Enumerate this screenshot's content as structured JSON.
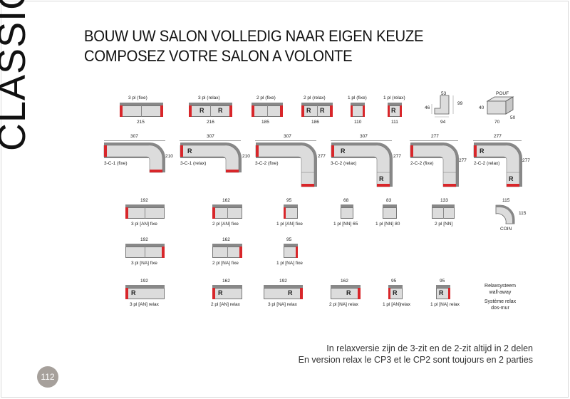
{
  "brand": "CLASSIC",
  "titles": {
    "line1": "BOUW UW SALON VOLLEDIG NAAR EIGEN KEUZE",
    "line2": "COMPOSEZ VOTRE SALON A VOLONTE"
  },
  "row1": [
    {
      "label": "3 pl (fixe)",
      "width": "215"
    },
    {
      "label": "3 pl (relax)",
      "width": "216"
    },
    {
      "label": "2 pl (fixe)",
      "width": "185"
    },
    {
      "label": "2 pl  (relax)",
      "width": "186"
    },
    {
      "label": "1 pl (fixe)",
      "width": "110"
    },
    {
      "label": "1 pl  (relax)",
      "width": "111"
    }
  ],
  "armchair_dims": {
    "top": "53",
    "depth": "99",
    "height": "46",
    "width": "94"
  },
  "pouf": {
    "label": "POUF",
    "h": "40",
    "w": "70",
    "d": "50"
  },
  "row2": [
    {
      "label": "3-C-1 (fixe)",
      "w": "307",
      "h": "210"
    },
    {
      "label": "3-C-1 (relax)",
      "w": "307",
      "h": "210"
    },
    {
      "label": "3-C-2 (fixe)",
      "w": "307",
      "h": "277"
    },
    {
      "label": "3-C-2 (relax)",
      "w": "307",
      "h": "277"
    },
    {
      "label": "2-C-2 (fixe)",
      "w": "277",
      "h": "277"
    },
    {
      "label": "2-C-2 (relax)",
      "w": "277",
      "h": "277"
    }
  ],
  "row3": [
    {
      "label": "3 pl [AN] fixe",
      "w": "192"
    },
    {
      "label": "2 pl [AN] fixe",
      "w": "162"
    },
    {
      "label": "1 pl [AN] fixe",
      "w": "95"
    },
    {
      "label": "1 pl [NN] 65",
      "w": "68"
    },
    {
      "label": "1 pl [NN] 80",
      "w": "83"
    },
    {
      "label": "2 pl [NN]",
      "w": "133"
    }
  ],
  "coin": {
    "label": "COIN",
    "w": "115",
    "h": "115"
  },
  "row4": [
    {
      "label": "3 pl [NA] fixe",
      "w": "192"
    },
    {
      "label": "2 pl [NA] fixe",
      "w": "162"
    },
    {
      "label": "1 pl [NA] fixe",
      "w": "95"
    }
  ],
  "row5": [
    {
      "label": "3 pl [AN] relax",
      "w": "192"
    },
    {
      "label": "2 pl [AN] relax",
      "w": "162"
    },
    {
      "label": "3 pl [NA] relax",
      "w": "192"
    },
    {
      "label": "2 pl [NA] relax",
      "w": "162"
    },
    {
      "label": "1 pl [AN]relax",
      "w": "95"
    },
    {
      "label": "1 pl [NA] relax",
      "w": "95"
    }
  ],
  "relax_note": {
    "nl1": "Relaxsysteem",
    "nl2": "wall-away",
    "fr1": "Système relax",
    "fr2": "dos-mur"
  },
  "relax_mark": "R",
  "footer": {
    "line1": "In relaxversie zijn de 3-zit en de 2-zit altijd in 2 delen",
    "line2": "En version relax le CP3 et le CP2 sont toujours en 2 parties"
  },
  "page_number": "112",
  "colors": {
    "arm": "#d8262a",
    "seat": "#dcdcdc",
    "back": "#888888",
    "page_badge": "#a6a09b"
  }
}
